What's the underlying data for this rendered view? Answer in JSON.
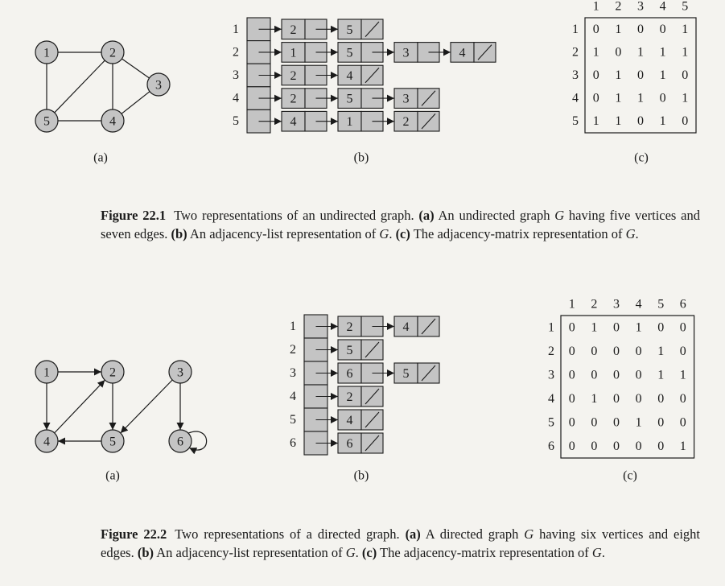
{
  "figures": [
    {
      "label": "Figure 22.1",
      "caption_parts": [
        "Two representations of an undirected graph. ",
        "(a)",
        " An undirected graph ",
        "G",
        " having five vertices and seven edges. ",
        "(b)",
        " An adjacency-list representation of ",
        "G",
        ". ",
        "(c)",
        " The adjacency-matrix representation of ",
        "G",
        "."
      ],
      "panel_labels": [
        "(a)",
        "(b)",
        "(c)"
      ],
      "graph": {
        "directed": false,
        "vertices": [
          "1",
          "2",
          "3",
          "4",
          "5"
        ],
        "edges": [
          [
            "1",
            "2"
          ],
          [
            "1",
            "5"
          ],
          [
            "2",
            "5"
          ],
          [
            "2",
            "3"
          ],
          [
            "2",
            "4"
          ],
          [
            "3",
            "4"
          ],
          [
            "4",
            "5"
          ]
        ]
      },
      "adjacency_list": {
        "rows": [
          "1",
          "2",
          "3",
          "4",
          "5"
        ],
        "lists": [
          [
            "2",
            "5"
          ],
          [
            "1",
            "5",
            "3",
            "4"
          ],
          [
            "2",
            "4"
          ],
          [
            "2",
            "5",
            "3"
          ],
          [
            "4",
            "1",
            "2"
          ]
        ]
      },
      "adjacency_matrix": {
        "col_labels": [
          "1",
          "2",
          "3",
          "4",
          "5"
        ],
        "row_labels": [
          "1",
          "2",
          "3",
          "4",
          "5"
        ],
        "values": [
          [
            "0",
            "1",
            "0",
            "0",
            "1"
          ],
          [
            "1",
            "0",
            "1",
            "1",
            "1"
          ],
          [
            "0",
            "1",
            "0",
            "1",
            "0"
          ],
          [
            "0",
            "1",
            "1",
            "0",
            "1"
          ],
          [
            "1",
            "1",
            "0",
            "1",
            "0"
          ]
        ]
      }
    },
    {
      "label": "Figure 22.2",
      "caption_parts": [
        "Two representations of a directed graph. ",
        "(a)",
        " A directed graph ",
        "G",
        " having six vertices and eight edges. ",
        "(b)",
        " An adjacency-list representation of ",
        "G",
        ". ",
        "(c)",
        " The adjacency-matrix representation of ",
        "G",
        "."
      ],
      "panel_labels": [
        "(a)",
        "(b)",
        "(c)"
      ],
      "graph": {
        "directed": true,
        "vertices": [
          "1",
          "2",
          "3",
          "4",
          "5",
          "6"
        ],
        "edges": [
          [
            "1",
            "2"
          ],
          [
            "1",
            "4"
          ],
          [
            "2",
            "5"
          ],
          [
            "3",
            "5"
          ],
          [
            "3",
            "6"
          ],
          [
            "4",
            "2"
          ],
          [
            "5",
            "4"
          ],
          [
            "6",
            "6"
          ]
        ]
      },
      "adjacency_list": {
        "rows": [
          "1",
          "2",
          "3",
          "4",
          "5",
          "6"
        ],
        "lists": [
          [
            "2",
            "4"
          ],
          [
            "5"
          ],
          [
            "6",
            "5"
          ],
          [
            "2"
          ],
          [
            "4"
          ],
          [
            "6"
          ]
        ]
      },
      "adjacency_matrix": {
        "col_labels": [
          "1",
          "2",
          "3",
          "4",
          "5",
          "6"
        ],
        "row_labels": [
          "1",
          "2",
          "3",
          "4",
          "5",
          "6"
        ],
        "values": [
          [
            "0",
            "1",
            "0",
            "1",
            "0",
            "0"
          ],
          [
            "0",
            "0",
            "0",
            "0",
            "1",
            "0"
          ],
          [
            "0",
            "0",
            "0",
            "0",
            "1",
            "1"
          ],
          [
            "0",
            "1",
            "0",
            "0",
            "0",
            "0"
          ],
          [
            "0",
            "0",
            "0",
            "1",
            "0",
            "0"
          ],
          [
            "0",
            "0",
            "0",
            "0",
            "0",
            "1"
          ]
        ]
      }
    }
  ]
}
